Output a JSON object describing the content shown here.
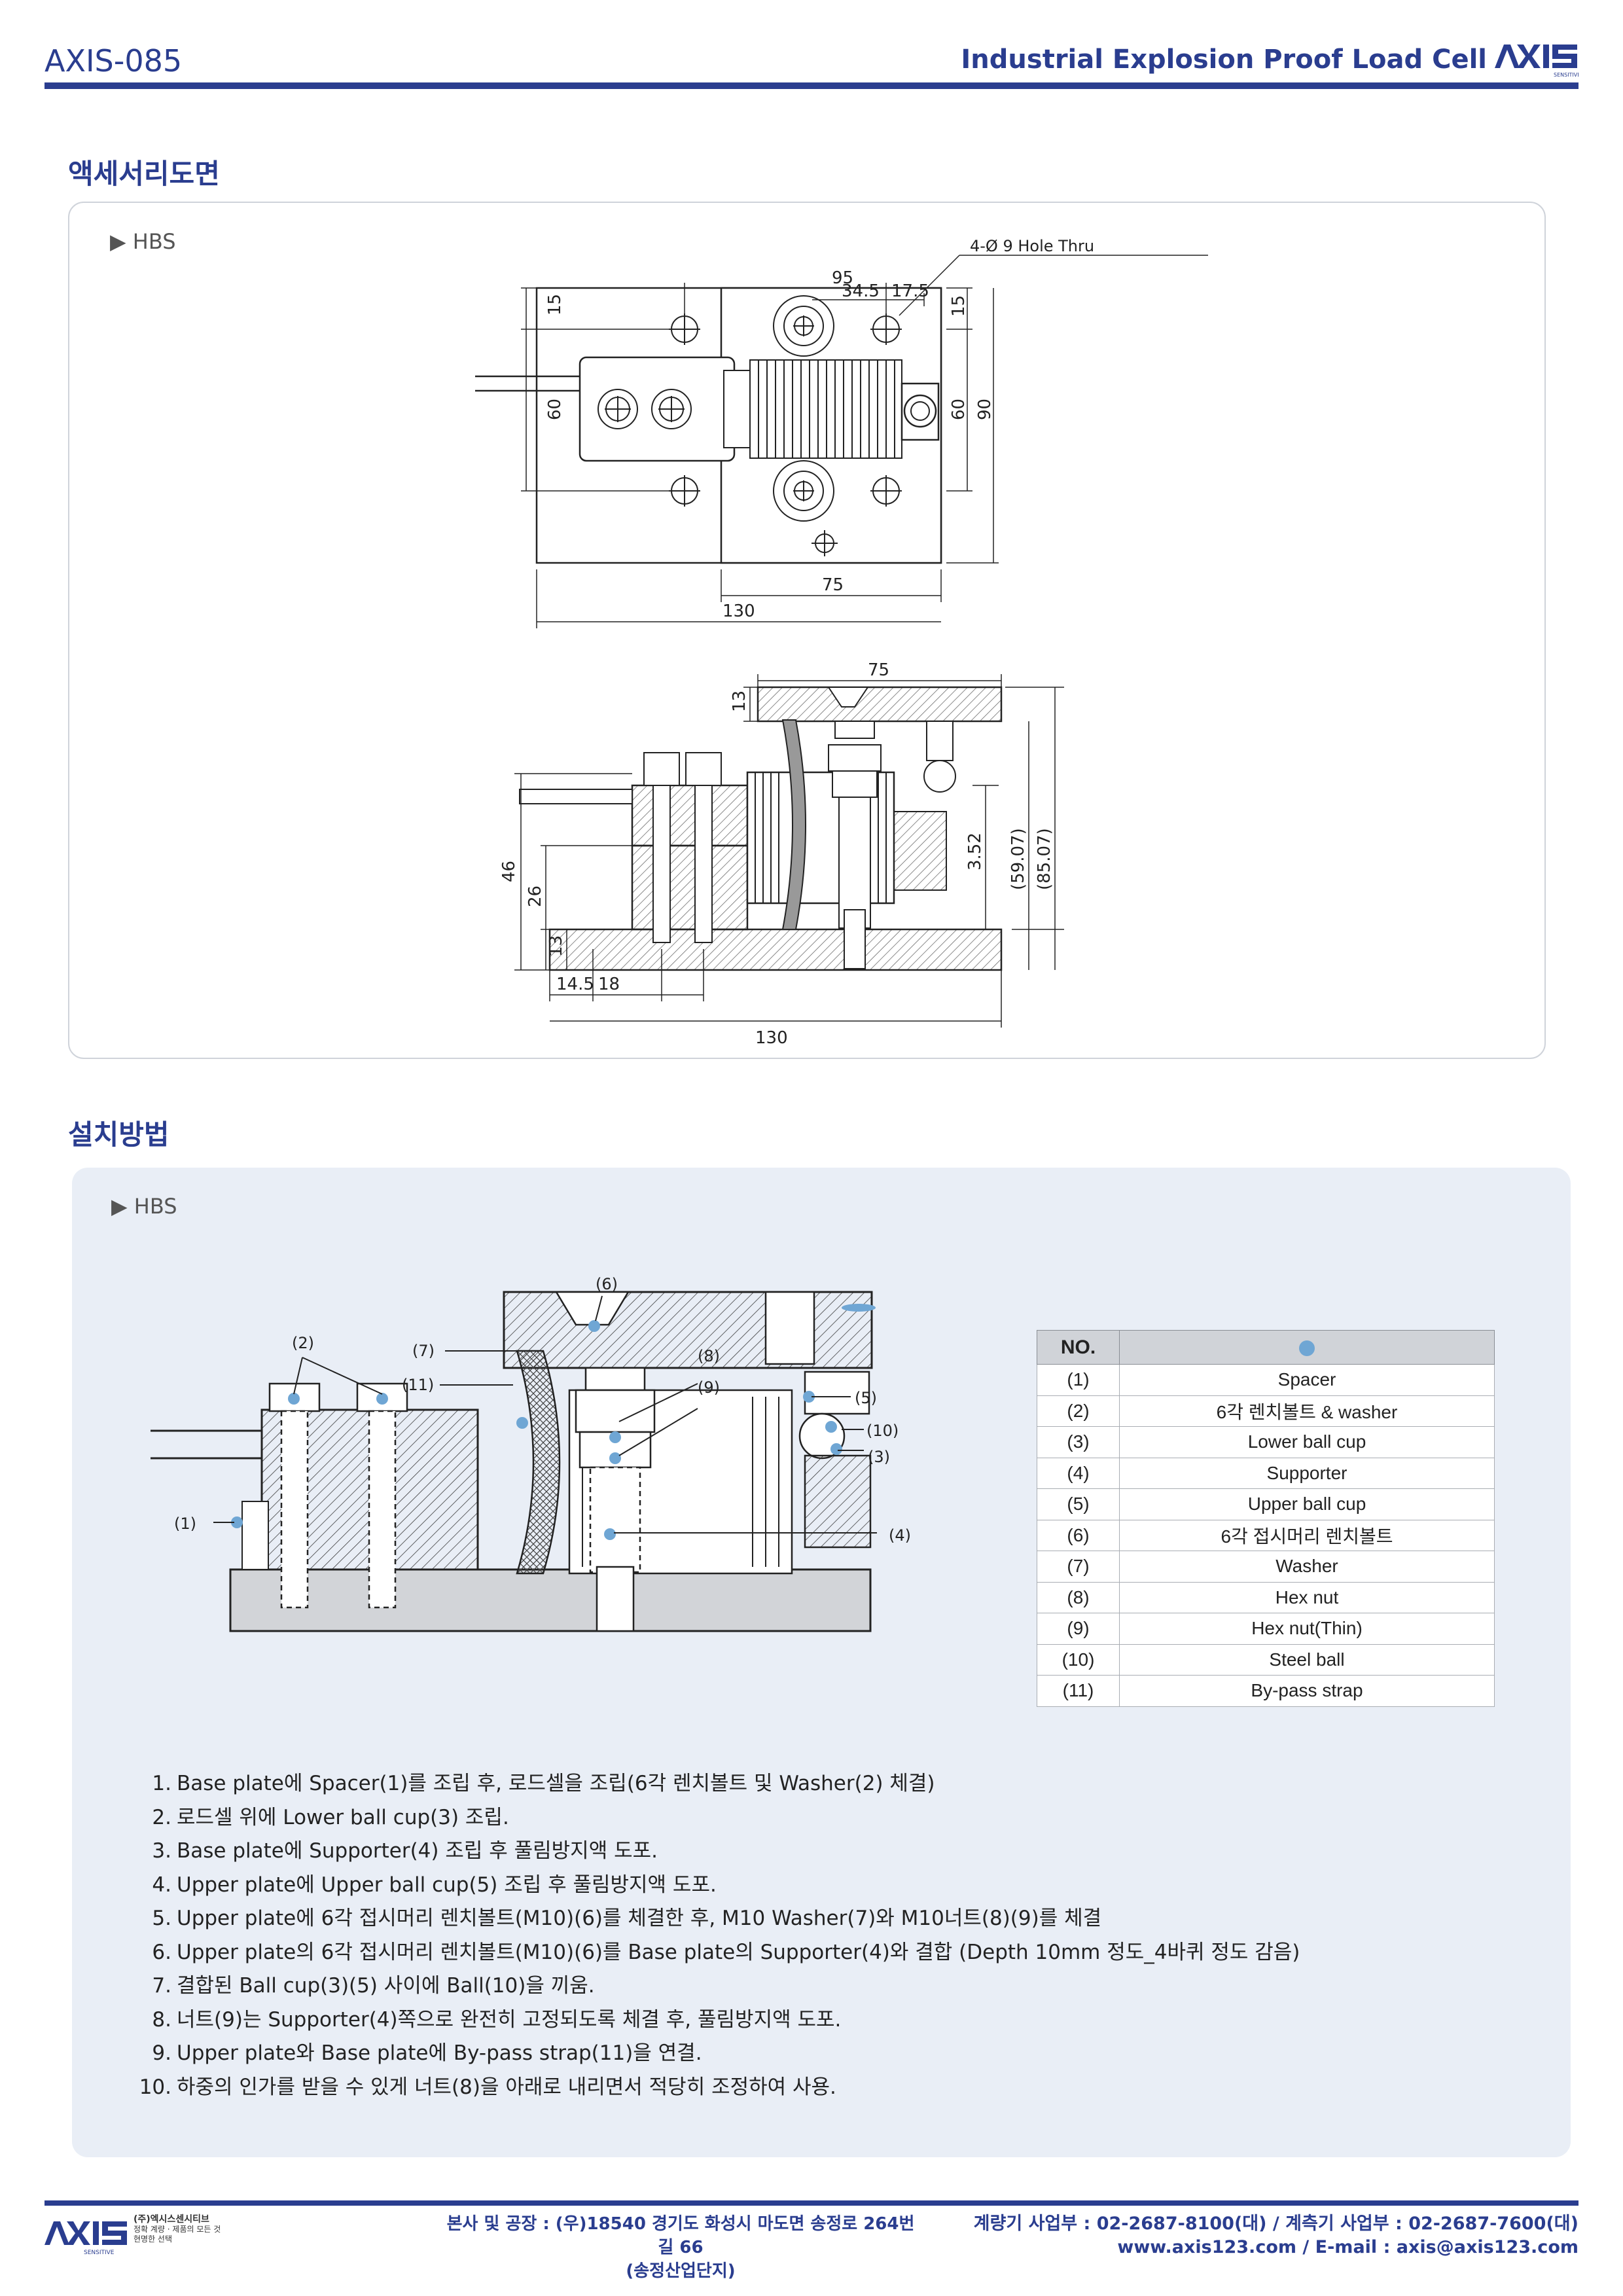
{
  "header": {
    "doc_code": "AXIS-085",
    "doc_title": "Industrial Explosion Proof Load Cell",
    "logo_text": "AXIS",
    "logo_sub": "SENSITIVE"
  },
  "accessory_section": {
    "title": "액세서리도면",
    "sub_label": "▶ HBS",
    "top_view": {
      "dim_95": "95",
      "dim_34_5": "34.5",
      "dim_17_5": "17.5",
      "hole_note": "4-Ø 9 Hole Thru",
      "dim_15_left": "15",
      "dim_60_left": "60",
      "dim_15_right": "15",
      "dim_60_right": "60",
      "dim_90": "90",
      "dim_75": "75",
      "dim_130": "130"
    },
    "side_view": {
      "dim_75": "75",
      "dim_13_top": "13",
      "dim_3_52": "3.52",
      "dim_59_07": "(59.07)",
      "dim_85_07": "(85.07)",
      "dim_46": "46",
      "dim_26": "26",
      "dim_13": "13",
      "dim_14_5": "14.5",
      "dim_18": "18",
      "dim_130": "130"
    }
  },
  "install_section": {
    "title": "설치방법",
    "sub_label": "▶ HBS",
    "callouts": {
      "c1": "(1)",
      "c2": "(2)",
      "c3": "(3)",
      "c4": "(4)",
      "c5": "(5)",
      "c6": "(6)",
      "c7": "(7)",
      "c8": "(8)",
      "c9": "(9)",
      "c10": "(10)",
      "c11": "(11)"
    },
    "table": {
      "header_no": "NO.",
      "rows": [
        {
          "no": "(1)",
          "name": "Spacer"
        },
        {
          "no": "(2)",
          "name": "6각 렌치볼트 & washer"
        },
        {
          "no": "(3)",
          "name": "Lower ball cup"
        },
        {
          "no": "(4)",
          "name": "Supporter"
        },
        {
          "no": "(5)",
          "name": "Upper ball cup"
        },
        {
          "no": "(6)",
          "name": "6각 접시머리 렌치볼트"
        },
        {
          "no": "(7)",
          "name": "Washer"
        },
        {
          "no": "(8)",
          "name": "Hex nut"
        },
        {
          "no": "(9)",
          "name": "Hex nut(Thin)"
        },
        {
          "no": "(10)",
          "name": "Steel ball"
        },
        {
          "no": "(11)",
          "name": "By-pass strap"
        }
      ]
    },
    "steps": [
      {
        "n": "1.",
        "text": "Base plate에 Spacer(1)를 조립 후, 로드셀을 조립(6각 렌치볼트 및 Washer(2) 체결)"
      },
      {
        "n": "2.",
        "text": "로드셀 위에 Lower ball cup(3) 조립."
      },
      {
        "n": "3.",
        "text": "Base plate에 Supporter(4) 조립 후 풀림방지액 도포."
      },
      {
        "n": "4.",
        "text": "Upper plate에 Upper ball cup(5) 조립 후 풀림방지액 도포."
      },
      {
        "n": "5.",
        "text": "Upper plate에 6각 접시머리 렌치볼트(M10)(6)를 체결한 후, M10 Washer(7)와 M10너트(8)(9)를 체결"
      },
      {
        "n": "6.",
        "text": "Upper plate의 6각 접시머리 렌치볼트(M10)(6)를 Base plate의 Supporter(4)와 결합 (Depth 10mm 정도_4바퀴 정도 감음)"
      },
      {
        "n": "7.",
        "text": "결합된 Ball cup(3)(5) 사이에 Ball(10)을 끼움."
      },
      {
        "n": "8.",
        "text": "너트(9)는 Supporter(4)쪽으로 완전히 고정되도록 체결 후, 풀림방지액 도포."
      },
      {
        "n": "9.",
        "text": "Upper plate와 Base plate에 By-pass strap(11)을 연결."
      },
      {
        "n": "10.",
        "text": "하중의 인가를 받을 수 있게 너트(8)을 아래로 내리면서 적당히 조정하여 사용."
      }
    ]
  },
  "footer": {
    "company_name": "(주)엑시스센시티브",
    "company_line2": "정확 계량 · 제품의 모든 것",
    "company_line3": "현명한 선택",
    "address_line1": "본사 및 공장 : (우)18540 경기도 화성시 마도면 송정로 264번길 66",
    "address_line2": "(송정산업단지)",
    "contact_line1": "계량기 사업부 : 02-2687-8100(대)  / 계측기 사업부 : 02-2687-7600(대)",
    "contact_line2": "www.axis123.com / E-mail : axis@axis123.com"
  },
  "colors": {
    "brand_blue": "#2a3d8f",
    "callout_dot": "#6fa6d4",
    "install_bg": "#e9eef6"
  }
}
